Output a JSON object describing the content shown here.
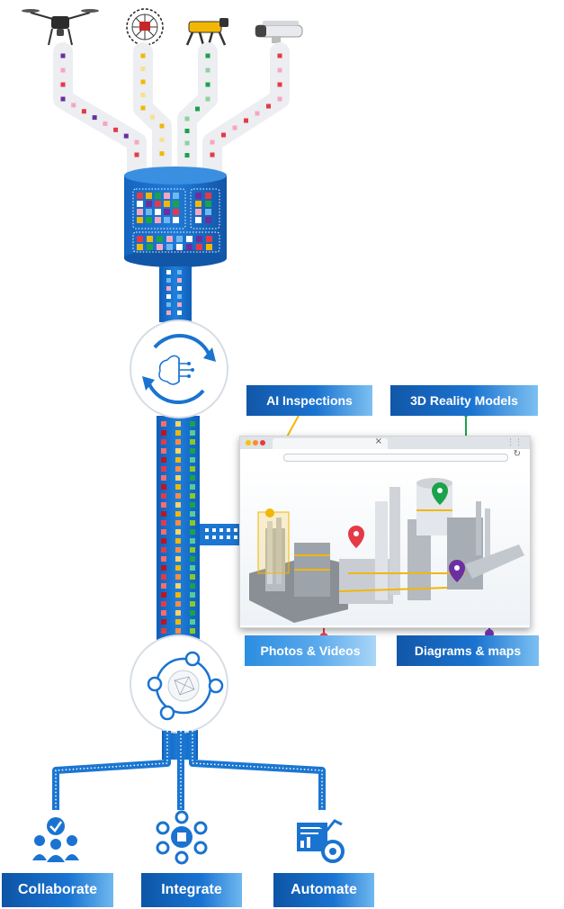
{
  "callouts": {
    "ai_inspections": "AI Inspections",
    "reality_models": "3D Reality Models",
    "photos_videos": "Photos & Videos",
    "diagrams_maps": "Diagrams & maps"
  },
  "outputs": {
    "collaborate": "Collaborate",
    "integrate": "Integrate",
    "automate": "Automate"
  },
  "sources": [
    "drone-icon",
    "caged-drone-icon",
    "robot-dog-icon",
    "security-camera-icon"
  ],
  "colors": {
    "primary_blue": "#1a73d0",
    "dark_blue": "#0d55a6",
    "pipe_gray": "#e9ebee",
    "ai_yellow": "#f2b705",
    "model_green": "#1aa34a",
    "photo_red": "#e63946",
    "diagram_purple": "#6b2fa0"
  }
}
